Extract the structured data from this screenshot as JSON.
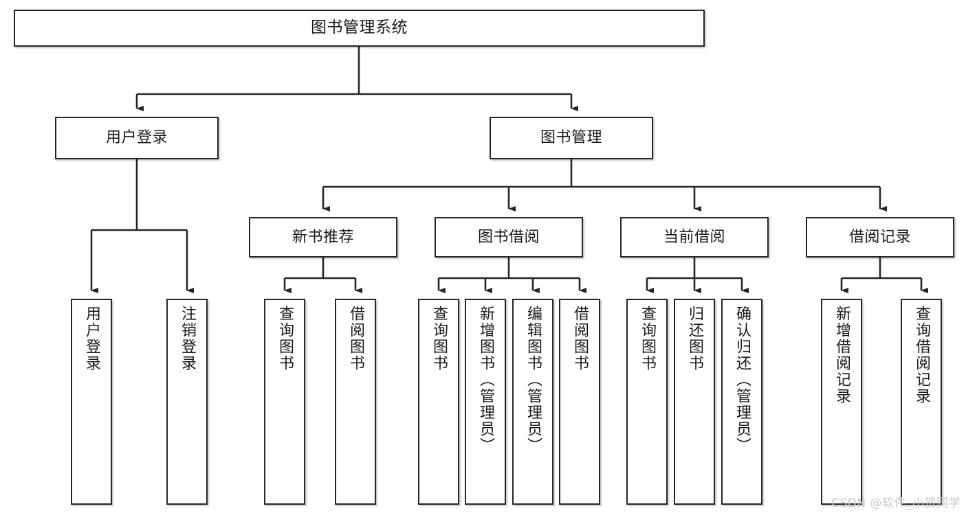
{
  "diagram": {
    "title": "图书管理系统",
    "type": "tree-hierarchy",
    "watermark": "CSDN @软件_小贺同学",
    "colors": {
      "box_border": "#262626",
      "box_fill": "#ffffff",
      "edge": "#262626",
      "text": "#1a1a1a",
      "watermark": "#c9c9c9",
      "background": "#ffffff"
    },
    "nodes": {
      "root": {
        "label": "图书管理系统"
      },
      "level2": [
        {
          "id": "user-login",
          "label": "用户登录"
        },
        {
          "id": "book-manage",
          "label": "图书管理"
        }
      ],
      "level3": [
        {
          "id": "new-book-recommend",
          "label": "新书推荐"
        },
        {
          "id": "book-borrow",
          "label": "图书借阅"
        },
        {
          "id": "current-borrow",
          "label": "当前借阅"
        },
        {
          "id": "borrow-record",
          "label": "借阅记录"
        }
      ],
      "leaves": {
        "user-login": [
          {
            "id": "leaf-user-login",
            "label": "用户登录"
          },
          {
            "id": "leaf-user-logout",
            "label": "注销登录"
          }
        ],
        "new-book-recommend": [
          {
            "id": "leaf-query-book-1",
            "label": "查询图书"
          },
          {
            "id": "leaf-borrow-book-1",
            "label": "借阅图书"
          }
        ],
        "book-borrow": [
          {
            "id": "leaf-query-book-2",
            "label": "查询图书"
          },
          {
            "id": "leaf-add-book",
            "label": "新增图书（管理员）"
          },
          {
            "id": "leaf-edit-book",
            "label": "编辑图书（管理员）"
          },
          {
            "id": "leaf-borrow-book-2",
            "label": "借阅图书"
          }
        ],
        "current-borrow": [
          {
            "id": "leaf-query-book-3",
            "label": "查询图书"
          },
          {
            "id": "leaf-return-book",
            "label": "归还图书"
          },
          {
            "id": "leaf-confirm-return",
            "label": "确认归还（管理员）"
          }
        ],
        "borrow-record": [
          {
            "id": "leaf-add-record",
            "label": "新增借阅记录"
          },
          {
            "id": "leaf-query-record",
            "label": "查询借阅记录"
          }
        ]
      }
    }
  }
}
